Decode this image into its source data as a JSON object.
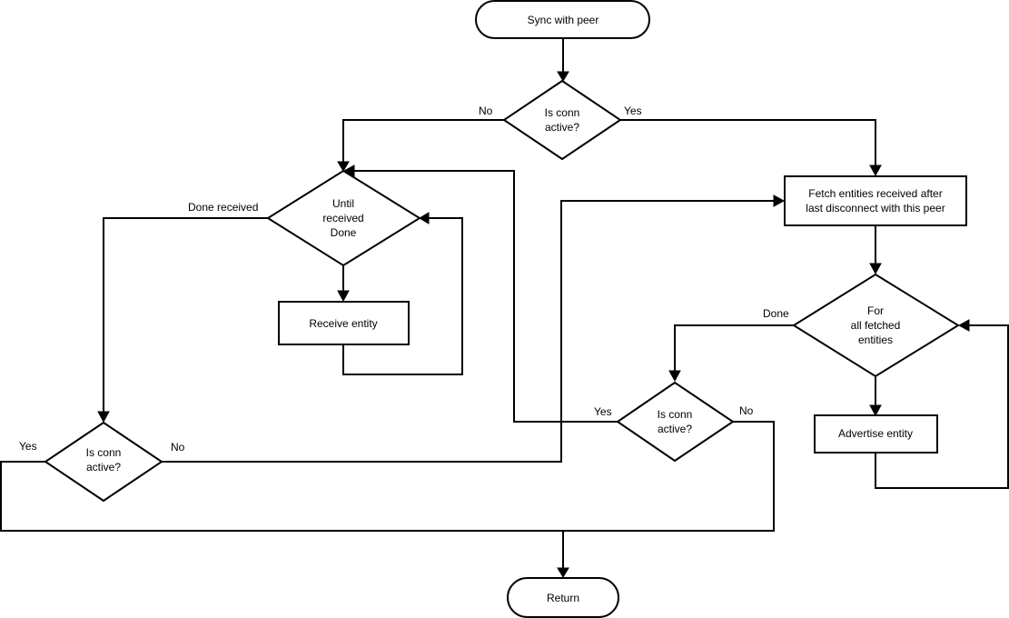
{
  "diagram": {
    "type": "flowchart",
    "nodes": {
      "start": "Sync with peer",
      "check1": [
        "Is conn",
        "active?"
      ],
      "until_done": [
        "Until",
        "received",
        "Done"
      ],
      "receive_entity": "Receive entity",
      "fetch": [
        "Fetch entities received after",
        "last disconnect with this peer"
      ],
      "for_all": [
        "For",
        "all fetched",
        "entities"
      ],
      "advertise": "Advertise entity",
      "check2": [
        "Is conn",
        "active?"
      ],
      "check3": [
        "Is conn",
        "active?"
      ],
      "end": "Return"
    },
    "edge_labels": {
      "check1_no": "No",
      "check1_yes": "Yes",
      "until_done_received": "Done received",
      "for_all_done": "Done",
      "check2_yes": "Yes",
      "check2_no": "No",
      "check3_yes": "Yes",
      "check3_no": "No"
    }
  }
}
